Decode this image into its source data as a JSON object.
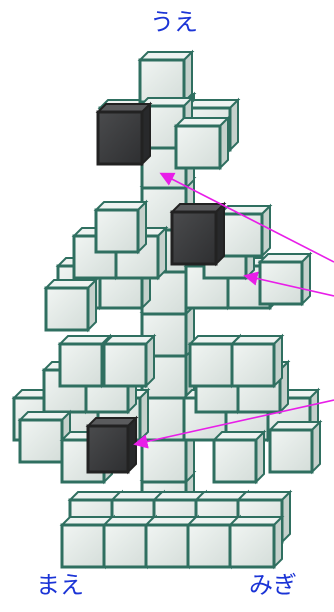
{
  "labels": {
    "top": "うえ",
    "front": "まえ",
    "right": "みぎ"
  },
  "colors": {
    "label": "#1b34d6",
    "arrow": "#e81ee8",
    "block_face": "#e4ece8",
    "block_edge": "#2f6f60",
    "dark_block": "#3a3b3d"
  },
  "icons": {
    "pointer_arrow": "arrow-icon",
    "block": "cube-icon"
  }
}
